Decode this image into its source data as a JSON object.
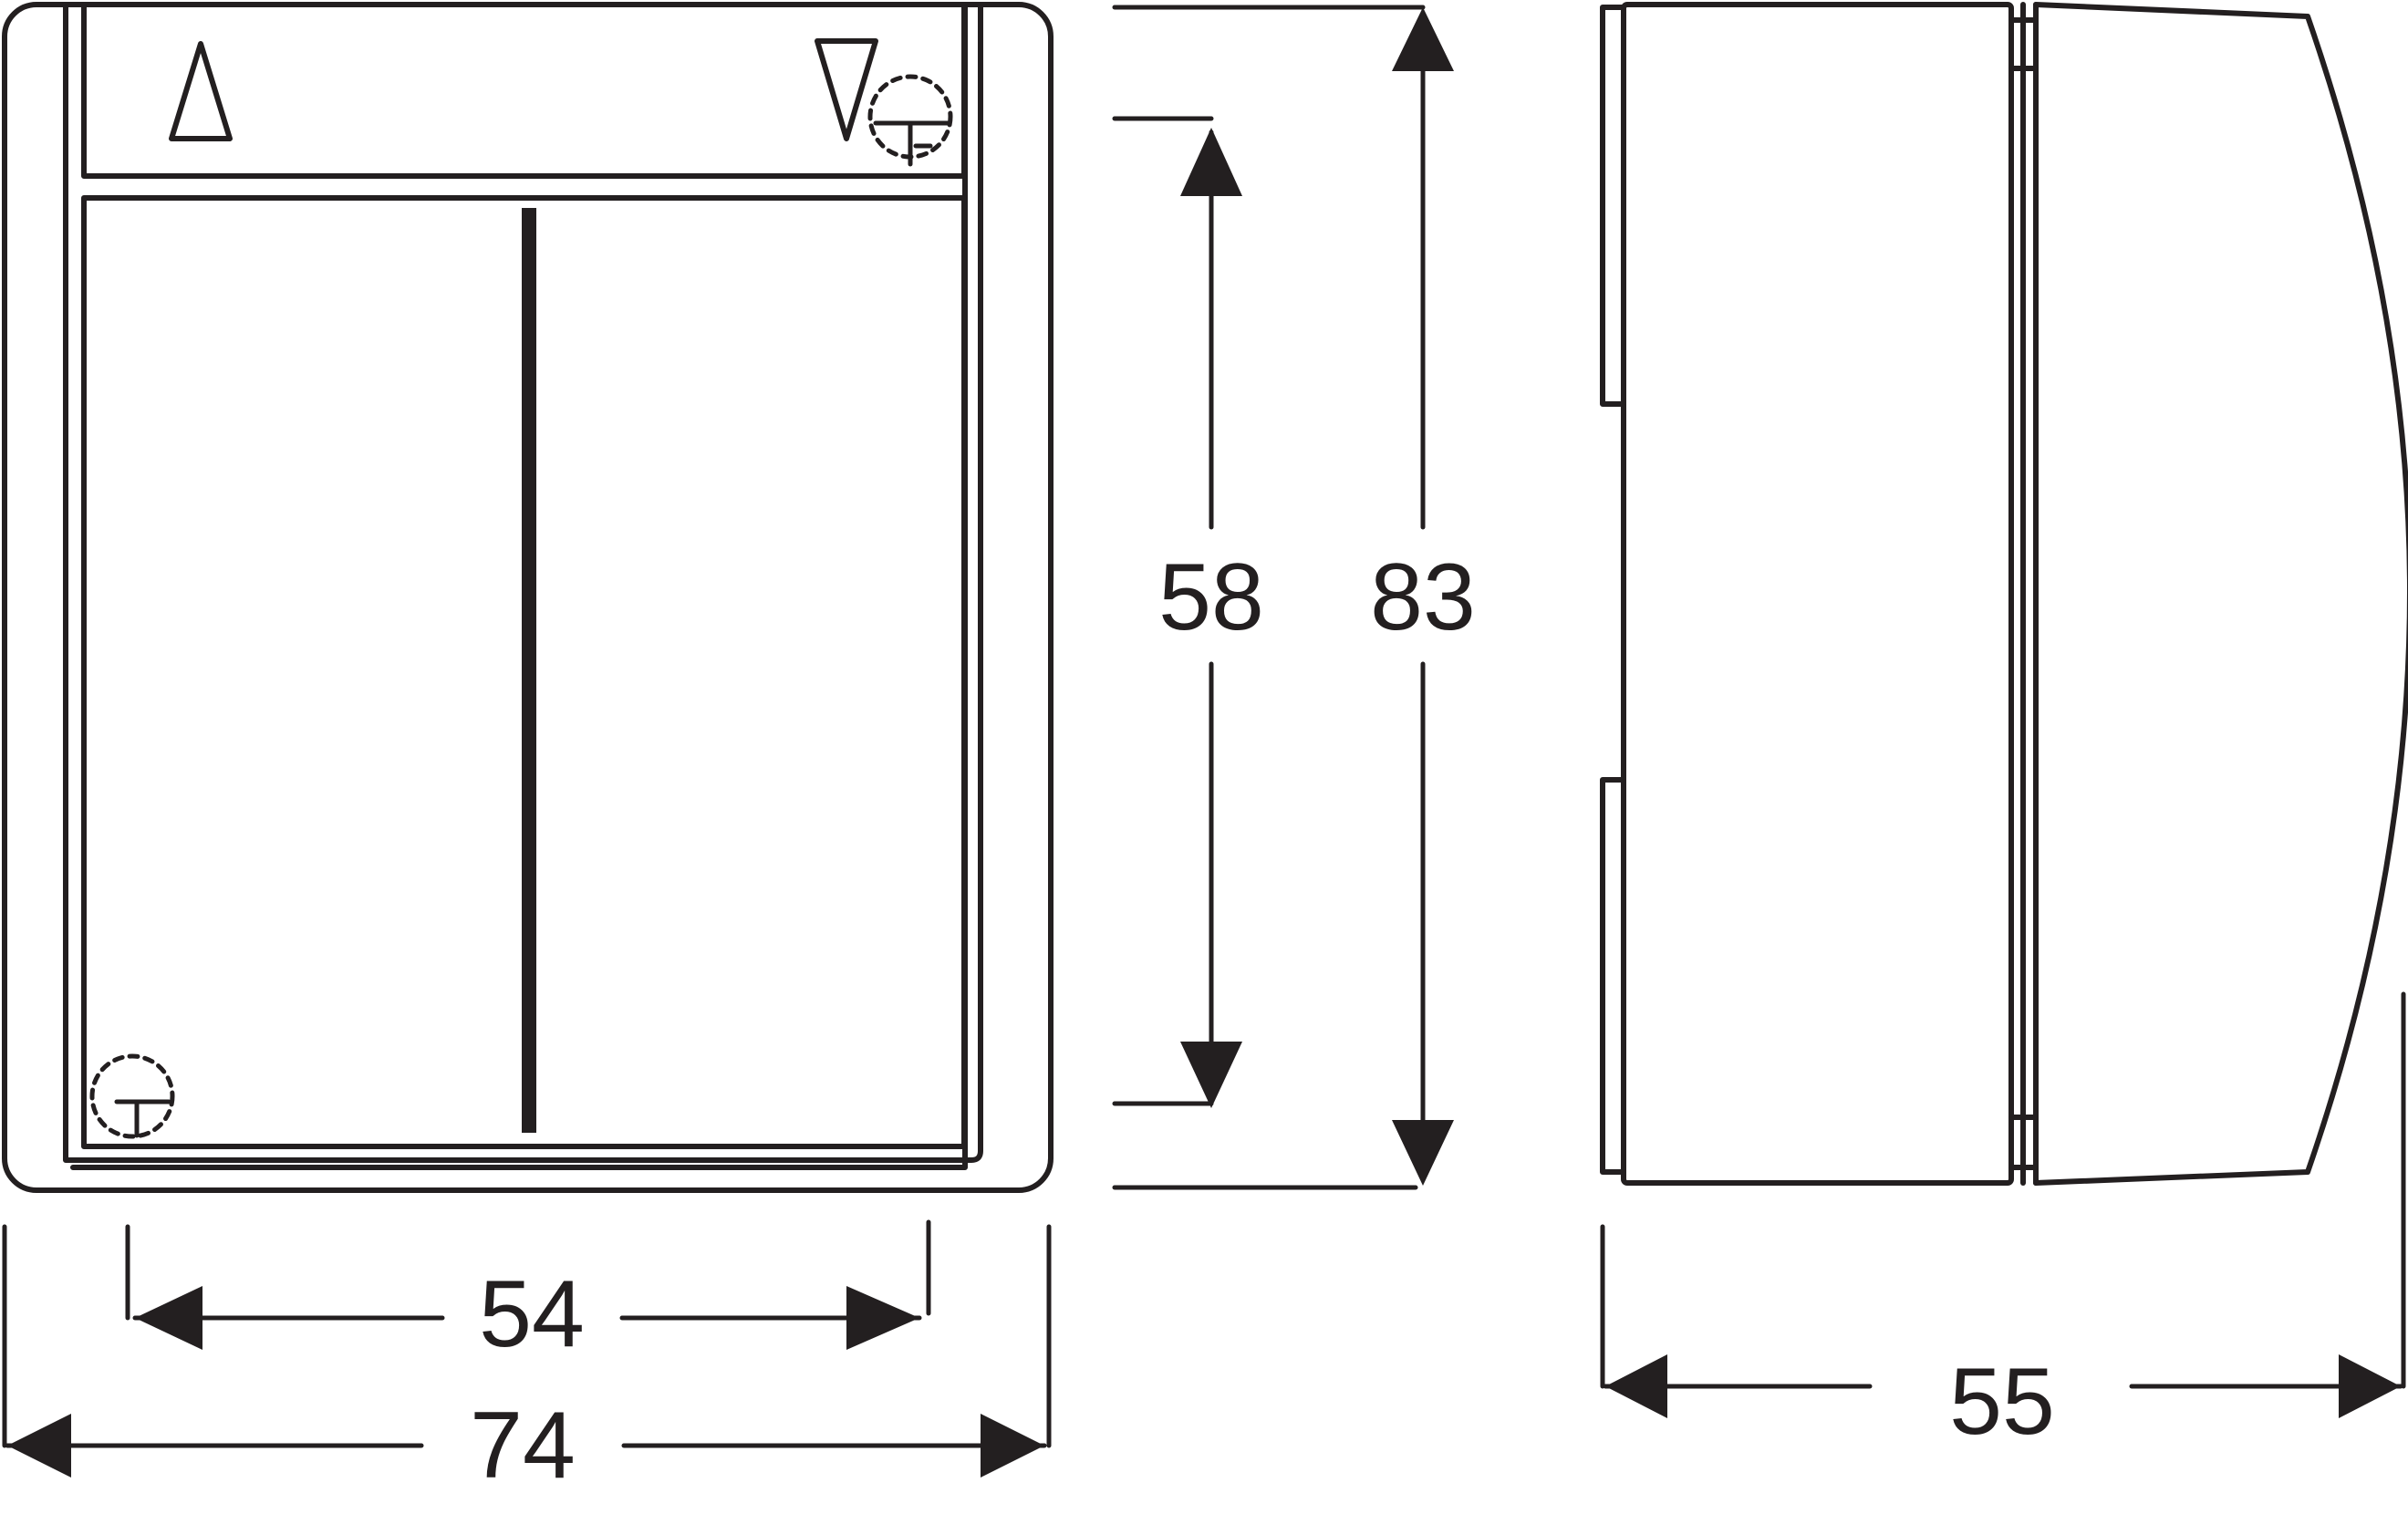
{
  "dimensions": {
    "inner_height": "58",
    "total_height": "83",
    "inner_width": "54",
    "total_width": "74",
    "depth": "55"
  },
  "colors": {
    "line": "#231f20",
    "background": "#ffffff"
  },
  "symbols": {
    "up_arrow": "triangle-up-outline",
    "down_arrow": "triangle-down-outline",
    "ground_marks": "dashed-circle-ground-symbol"
  }
}
